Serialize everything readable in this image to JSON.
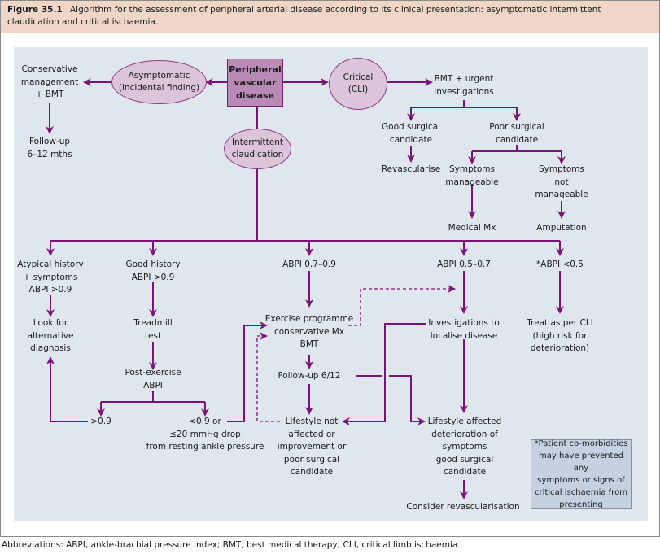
{
  "caption": {
    "figure_label": "Figure 35.1",
    "text": "Algorithm for the assessment of peripheral arterial disease according to its clinical presentation: asymptomatic intermittent claudication and critical ischaemia."
  },
  "abbreviations": "Abbreviations:   ABPI, ankle-brachial pressure index; BMT, best medical therapy; CLI, critical limb ischaemia",
  "colors": {
    "arrow": "#7a1577",
    "root_fill": "#b98ab6",
    "ellipse_fill": "#dcc4da",
    "panel_bg": "#dfe6ee",
    "caption_bg": "#efd6c8",
    "note_bg": "#c3d1e1"
  },
  "nodes": {
    "root": "Peripheral\nvascular\ndisease",
    "asymptomatic": "Asymptomatic\n(incidental finding)",
    "critical": "Critical\n(CLI)",
    "intermittent": "Intermittent\nclaudication",
    "conservative": "Conservative\nmanagement\n+ BMT",
    "followup_mths": "Follow-up\n6–12 mths",
    "bmt_urgent": "BMT + urgent\ninvestigations",
    "good_surgical": "Good surgical\ncandidate",
    "poor_surgical": "Poor surgical\ncandidate",
    "revascularise": "Revascularise",
    "symptoms_manageable": "Symptoms\nmanageable",
    "symptoms_not_manageable": "Symptoms\nnot\nmanageable",
    "medical_mx": "Medical Mx",
    "amputation": "Amputation",
    "atypical": "Atypical history\n+ symptoms\nABPI >0.9",
    "good_history": "Good history\nABPI >0.9",
    "abpi_07_09": "ABPI 0.7–0.9",
    "abpi_05_07": "ABPI 0.5–0.7",
    "abpi_lt05": "*ABPI <0.5",
    "look_for_alt": "Look for\nalternative\ndiagnosis",
    "treadmill": "Treadmill\ntest",
    "post_exercise": "Post-exercise\nABPI",
    "gt09": ">0.9",
    "lt09": "<0.9 or\n≤20 mmHg drop\nfrom resting ankle pressure",
    "exercise_programme": "Exercise programme\nconservative Mx\nBMT",
    "followup_612": "Follow-up 6/12",
    "investigations_localise": "Investigations to\nlocalise disease",
    "treat_cli": "Treat as per CLI\n(high risk for\ndeterioration)",
    "lifestyle_not": "Lifestyle not\naffected or\nimprovement or\npoor surgical\ncandidate",
    "lifestyle_affected": "Lifestyle affected\ndeterioration of\nsymptoms\ngood surgical\ncandidate",
    "consider_revasc": "Consider revascularisation"
  },
  "footnote": "*Patient co-morbidities\nmay have prevented any\nsymptoms or signs of\ncritical ischaemia from\npresenting"
}
